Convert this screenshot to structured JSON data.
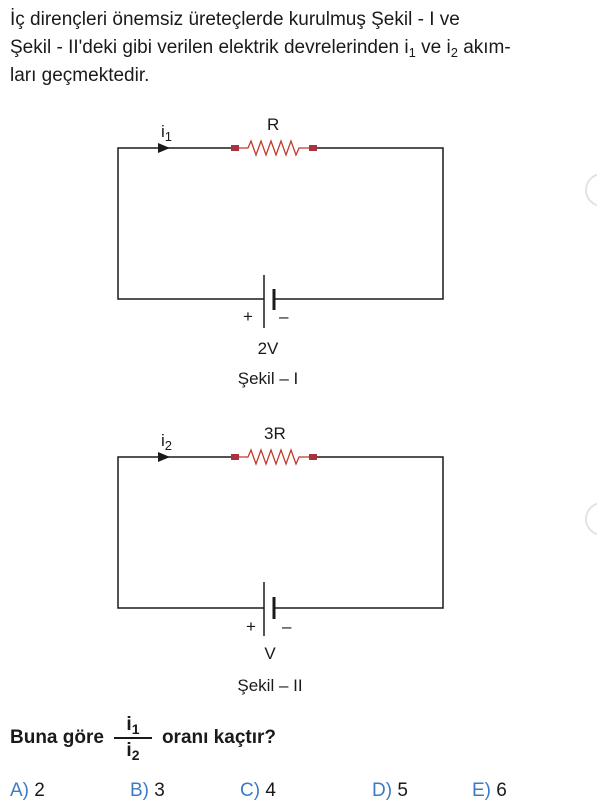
{
  "intro": {
    "line1": "İç dirençleri önemsiz üreteçlerde kurulmuş Şekil - I ve",
    "line2_a": "Şekil - II'deki gibi verilen elektrik devrelerinden i",
    "line2_sub1": "1",
    "line2_b": " ve i",
    "line2_sub2": "2",
    "line2_c": " akım-",
    "line3": "ları geçmektedir."
  },
  "circuit1": {
    "current_label": "i",
    "current_sub": "1",
    "resistor_label": "R",
    "plus": "+",
    "minus": "–",
    "voltage": "2V",
    "caption": "Şekil – I"
  },
  "circuit2": {
    "current_label": "i",
    "current_sub": "2",
    "resistor_label": "3R",
    "plus": "+",
    "minus": "–",
    "voltage": "V",
    "caption": "Şekil – II"
  },
  "question": {
    "prefix": "Buna göre",
    "num": "i",
    "num_sub": "1",
    "den": "i",
    "den_sub": "2",
    "suffix": "oranı kaçtır?"
  },
  "options": [
    {
      "letter": "A)",
      "value": "2"
    },
    {
      "letter": "B)",
      "value": "3"
    },
    {
      "letter": "C)",
      "value": "4"
    },
    {
      "letter": "D)",
      "value": "5"
    },
    {
      "letter": "E)",
      "value": "6"
    }
  ],
  "colors": {
    "option_letter": "#3c7bc4",
    "resistor": "#c0392b",
    "resistor_end": "#a8323e"
  }
}
